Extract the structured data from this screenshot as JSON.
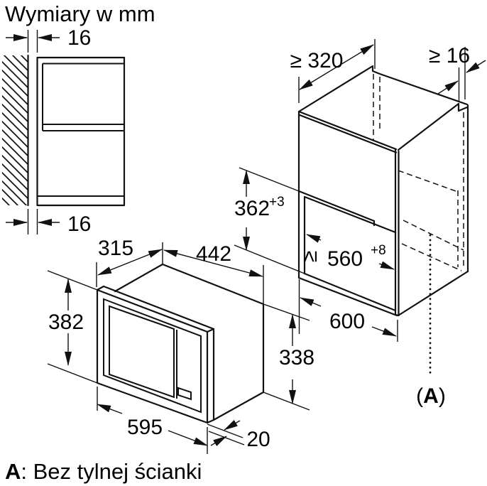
{
  "title": "Wymiary w mm",
  "wall_detail": {
    "gap_top": "16",
    "gap_bottom": "16"
  },
  "appliance": {
    "depth": "315",
    "top_width": "442",
    "front_height": "382",
    "front_width": "595",
    "body_height": "338",
    "frame_overhang": "20"
  },
  "cabinet": {
    "min_depth": "≥ 320",
    "min_side_panel": "≥ 16",
    "niche_height": "362",
    "niche_height_tol": "+3",
    "niche_width_prefix": "≥",
    "niche_width": "560",
    "niche_width_tol": "+8",
    "bottom_width": "600",
    "marker_open": "(",
    "marker_letter": "A",
    "marker_close": ")"
  },
  "footnote": {
    "key": "A",
    "text": ": Bez tylnej ścianki"
  },
  "colors": {
    "line": "#111111",
    "background": "#ffffff"
  }
}
